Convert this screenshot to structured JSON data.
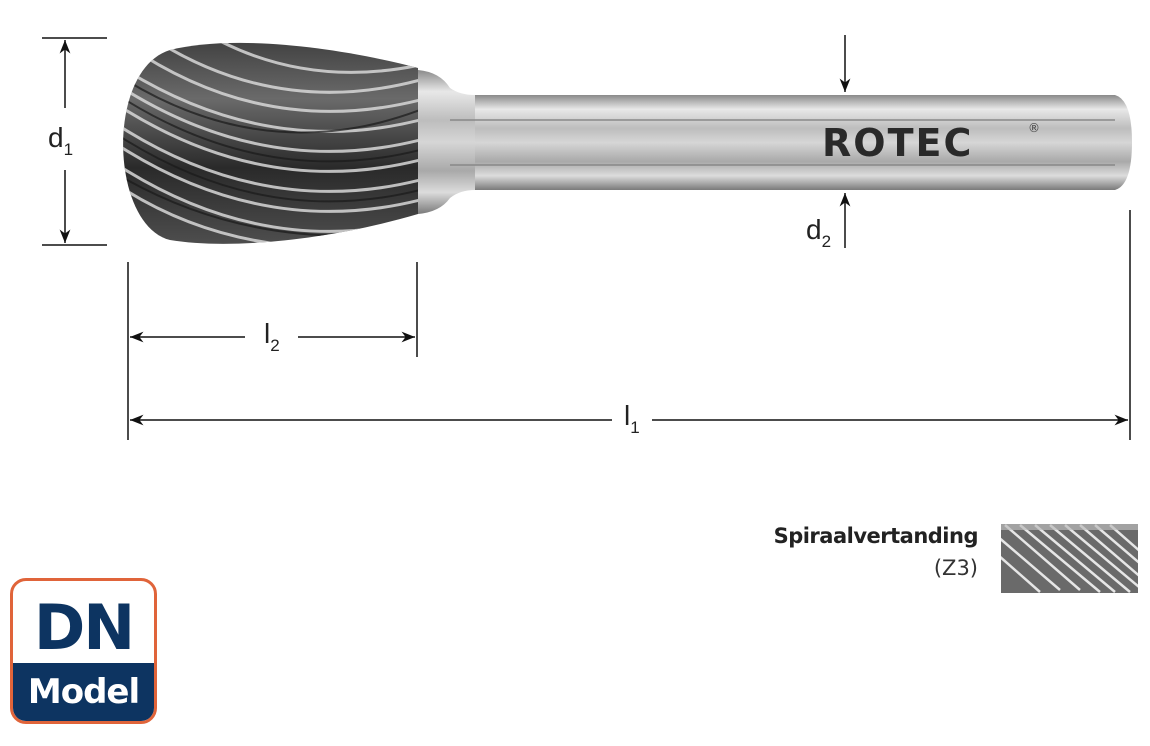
{
  "dimensions": {
    "d1": {
      "symbol": "d",
      "sub": "1"
    },
    "d2": {
      "symbol": "d",
      "sub": "2"
    },
    "l1": {
      "symbol": "l",
      "sub": "1"
    },
    "l2": {
      "symbol": "l",
      "sub": "2"
    }
  },
  "logo": {
    "text": "ROTEC",
    "mark": "®"
  },
  "toothing": {
    "title": "Spiraalvertanding",
    "code": "(Z3)"
  },
  "badge": {
    "top": "DN",
    "bottom": "Model",
    "border_color": "#e0643a",
    "color": "#0d3461"
  }
}
